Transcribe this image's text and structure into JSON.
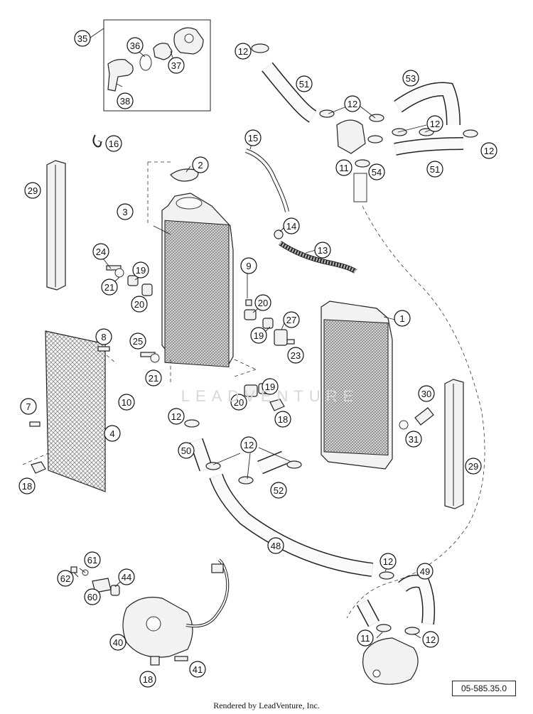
{
  "diagram": {
    "callouts": [
      {
        "id": "35",
        "label": "35"
      },
      {
        "id": "36",
        "label": "36"
      },
      {
        "id": "37",
        "label": "37"
      },
      {
        "id": "38",
        "label": "38"
      },
      {
        "id": "16",
        "label": "16"
      },
      {
        "id": "29a",
        "label": "29"
      },
      {
        "id": "2",
        "label": "2"
      },
      {
        "id": "3",
        "label": "3"
      },
      {
        "id": "24",
        "label": "24"
      },
      {
        "id": "19a",
        "label": "19"
      },
      {
        "id": "21a",
        "label": "21"
      },
      {
        "id": "20a",
        "label": "20"
      },
      {
        "id": "8",
        "label": "8"
      },
      {
        "id": "25",
        "label": "25"
      },
      {
        "id": "21b",
        "label": "21"
      },
      {
        "id": "7",
        "label": "7"
      },
      {
        "id": "4",
        "label": "4"
      },
      {
        "id": "10",
        "label": "10"
      },
      {
        "id": "18a",
        "label": "18"
      },
      {
        "id": "9",
        "label": "9"
      },
      {
        "id": "20b",
        "label": "20"
      },
      {
        "id": "19b",
        "label": "19"
      },
      {
        "id": "27",
        "label": "27"
      },
      {
        "id": "23",
        "label": "23"
      },
      {
        "id": "19c",
        "label": "19"
      },
      {
        "id": "20c",
        "label": "20"
      },
      {
        "id": "18b",
        "label": "18"
      },
      {
        "id": "15",
        "label": "15"
      },
      {
        "id": "14",
        "label": "14"
      },
      {
        "id": "13",
        "label": "13"
      },
      {
        "id": "1",
        "label": "1"
      },
      {
        "id": "12a",
        "label": "12"
      },
      {
        "id": "51a",
        "label": "51"
      },
      {
        "id": "53",
        "label": "53"
      },
      {
        "id": "12b",
        "label": "12"
      },
      {
        "id": "12c",
        "label": "12"
      },
      {
        "id": "12d",
        "label": "12"
      },
      {
        "id": "11a",
        "label": "11"
      },
      {
        "id": "51b",
        "label": "51"
      },
      {
        "id": "54",
        "label": "54"
      },
      {
        "id": "30",
        "label": "30"
      },
      {
        "id": "31",
        "label": "31"
      },
      {
        "id": "29b",
        "label": "29"
      },
      {
        "id": "12e",
        "label": "12"
      },
      {
        "id": "50",
        "label": "50"
      },
      {
        "id": "12f",
        "label": "12"
      },
      {
        "id": "52",
        "label": "52"
      },
      {
        "id": "48",
        "label": "48"
      },
      {
        "id": "12g",
        "label": "12"
      },
      {
        "id": "49",
        "label": "49"
      },
      {
        "id": "11b",
        "label": "11"
      },
      {
        "id": "12h",
        "label": "12"
      },
      {
        "id": "61",
        "label": "61"
      },
      {
        "id": "62",
        "label": "62"
      },
      {
        "id": "44",
        "label": "44"
      },
      {
        "id": "60",
        "label": "60"
      },
      {
        "id": "40",
        "label": "40"
      },
      {
        "id": "18c",
        "label": "18"
      },
      {
        "id": "41",
        "label": "41"
      }
    ],
    "diagram_code": "05-585.35.0",
    "credit": "Rendered by LeadVenture, Inc.",
    "watermark": "LEADVENTURE"
  }
}
